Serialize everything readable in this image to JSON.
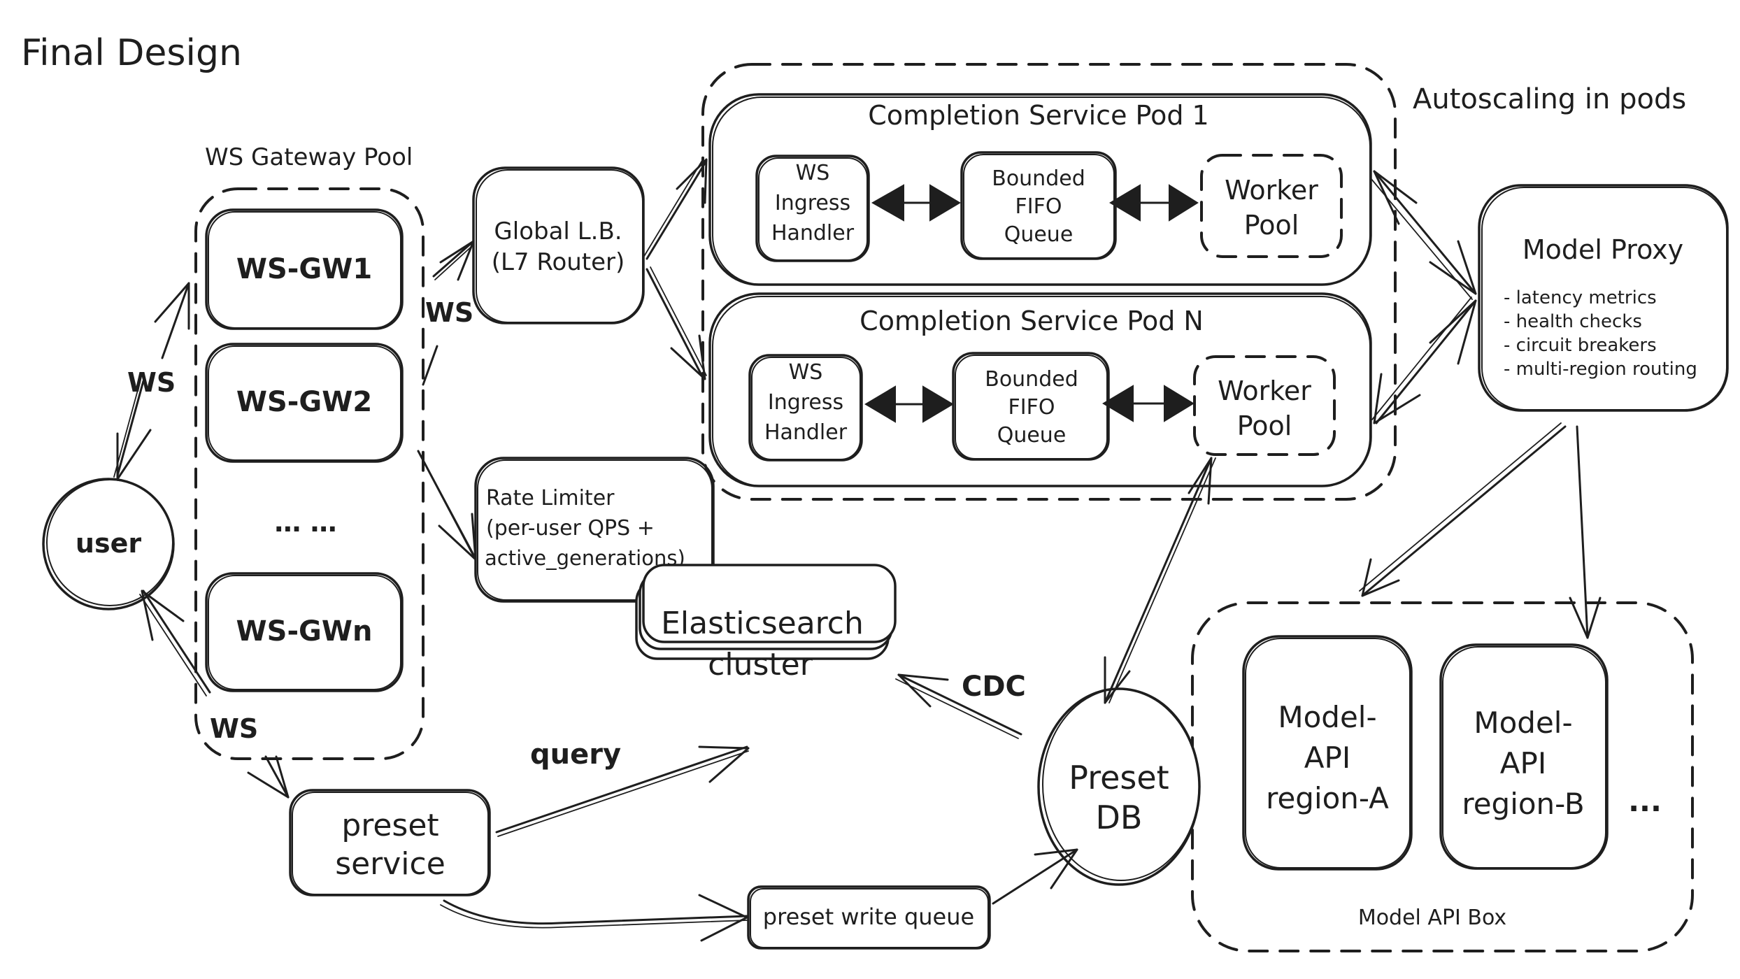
{
  "title": "Final Design",
  "gateway_pool": {
    "label": "WS Gateway Pool",
    "nodes": [
      "WS-GW1",
      "WS-GW2",
      "WS-GWn"
    ],
    "ellipsis": "… …"
  },
  "user": {
    "label": "user"
  },
  "edge_labels": {
    "user_to_gw": "WS",
    "gw_to_lb": "WS",
    "gw_to_user": "WS",
    "query": "query",
    "cdc": "CDC"
  },
  "global_lb": {
    "lines": [
      "Global L.B.",
      "(L7 Router)"
    ]
  },
  "rate_limiter": {
    "lines": [
      "Rate Limiter",
      "(per-user QPS +",
      "active_generations)"
    ]
  },
  "autoscaling": {
    "label": "Autoscaling in pods"
  },
  "pods": [
    {
      "title": "Completion Service Pod 1",
      "ingress": [
        "WS",
        "Ingress",
        "Handler"
      ],
      "queue": [
        "Bounded",
        "FIFO",
        "Queue"
      ],
      "worker": [
        "Worker",
        "Pool"
      ]
    },
    {
      "title": "Completion Service Pod N",
      "ingress": [
        "WS",
        "Ingress",
        "Handler"
      ],
      "queue": [
        "Bounded",
        "FIFO",
        "Queue"
      ],
      "worker": [
        "Worker",
        "Pool"
      ]
    }
  ],
  "model_proxy": {
    "title": "Model Proxy",
    "features": [
      "- latency metrics",
      "- health checks",
      "- circuit breakers",
      "- multi-region routing"
    ]
  },
  "model_api_box": {
    "label": "Model API Box",
    "regions": [
      {
        "lines": [
          "Model-",
          "API",
          "region-A"
        ]
      },
      {
        "lines": [
          "Model-",
          "API",
          "region-B"
        ]
      }
    ],
    "ellipsis": "..."
  },
  "elasticsearch": {
    "lines": [
      "Elasticsearch",
      "cluster"
    ]
  },
  "preset_db": {
    "lines": [
      "Preset",
      "DB"
    ]
  },
  "preset_service": {
    "lines": [
      "preset",
      "service"
    ]
  },
  "preset_write_queue": {
    "label": "preset write queue"
  }
}
